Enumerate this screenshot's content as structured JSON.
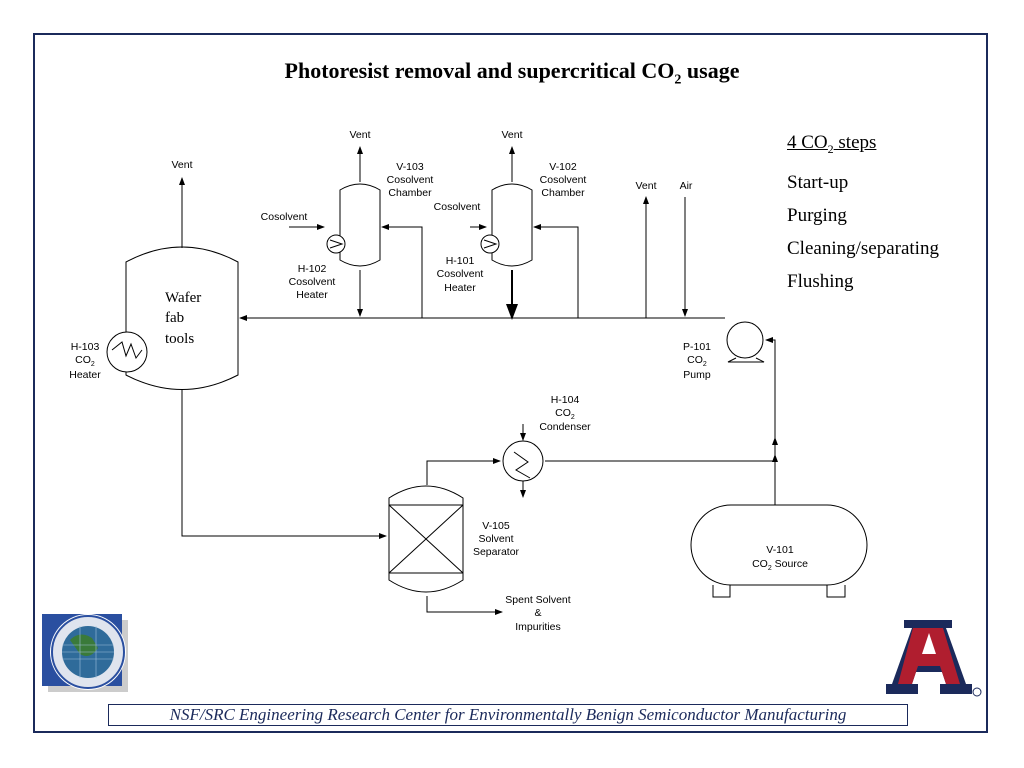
{
  "title": {
    "text": "Photoresist removal and supercritical CO",
    "sub": "2",
    "tail": " usage"
  },
  "steps": {
    "heading_pre": "4 CO",
    "heading_sub": "2",
    "heading_post": " steps",
    "items": [
      "Start-up",
      "Purging",
      "Cleaning/separating",
      "Flushing"
    ]
  },
  "labels": {
    "vent": "Vent",
    "air": "Air",
    "cosolvent": "Cosolvent",
    "v103": [
      "V-103",
      "Cosolvent",
      "Chamber"
    ],
    "v102": [
      "V-102",
      "Cosolvent",
      "Chamber"
    ],
    "h102": [
      "H-102",
      "Cosolvent",
      "Heater"
    ],
    "h101": [
      "H-101",
      "Cosolvent",
      "Heater"
    ],
    "wafer": [
      "Wafer",
      "fab",
      "tools"
    ],
    "h103": {
      "id": "H-103",
      "co": "CO",
      "sub": "2",
      "name": "Heater"
    },
    "p101": {
      "id": "P-101",
      "co": "CO",
      "sub": "2",
      "name": "Pump"
    },
    "h104": {
      "id": "H-104",
      "co": "CO",
      "sub": "2",
      "name": "Condenser"
    },
    "v105": [
      "V-105",
      "Solvent",
      "Separator"
    ],
    "v101": {
      "id": "V-101",
      "co": "CO",
      "sub": "2",
      "name": " Source"
    },
    "spent": [
      "Spent Solvent",
      "&",
      "Impurities"
    ]
  },
  "footer": "NSF/SRC Engineering Research Center for Environmentally Benign Semiconductor Manufacturing",
  "colors": {
    "border": "#1b2a5b",
    "ua_blue": "#1b2a5b",
    "ua_red": "#b01e2f",
    "seal_blue": "#2a4fa0",
    "seal_green": "#3a7a3a"
  }
}
